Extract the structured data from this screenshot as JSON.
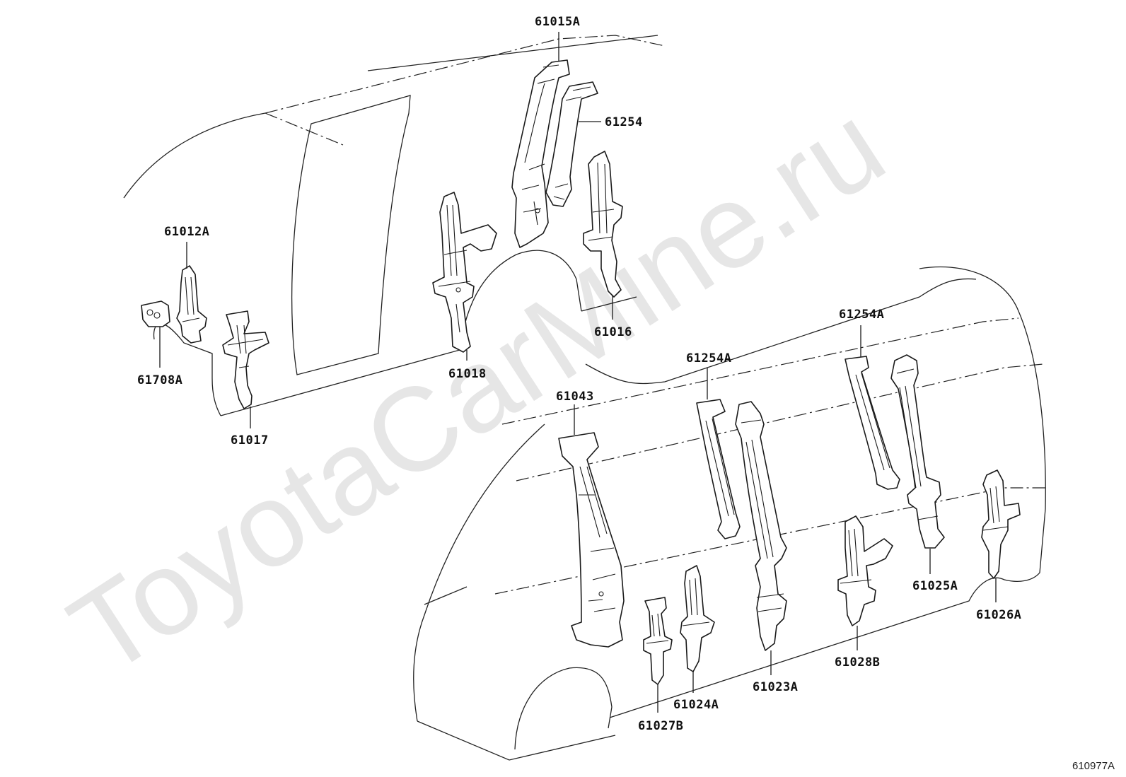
{
  "watermark": "ToyotaCarMine.ru",
  "diagram_ref": "610977A",
  "parts": {
    "p61015A": "61015A",
    "p61254": "61254",
    "p61016": "61016",
    "p61018": "61018",
    "p61012A": "61012A",
    "p61708A": "61708A",
    "p61017": "61017",
    "p61254A_left": "61254A",
    "p61254A_right": "61254A",
    "p61043": "61043",
    "p61023A": "61023A",
    "p61028B": "61028B",
    "p61025A": "61025A",
    "p61026A": "61026A",
    "p61024A": "61024A",
    "p61027B": "61027B"
  }
}
